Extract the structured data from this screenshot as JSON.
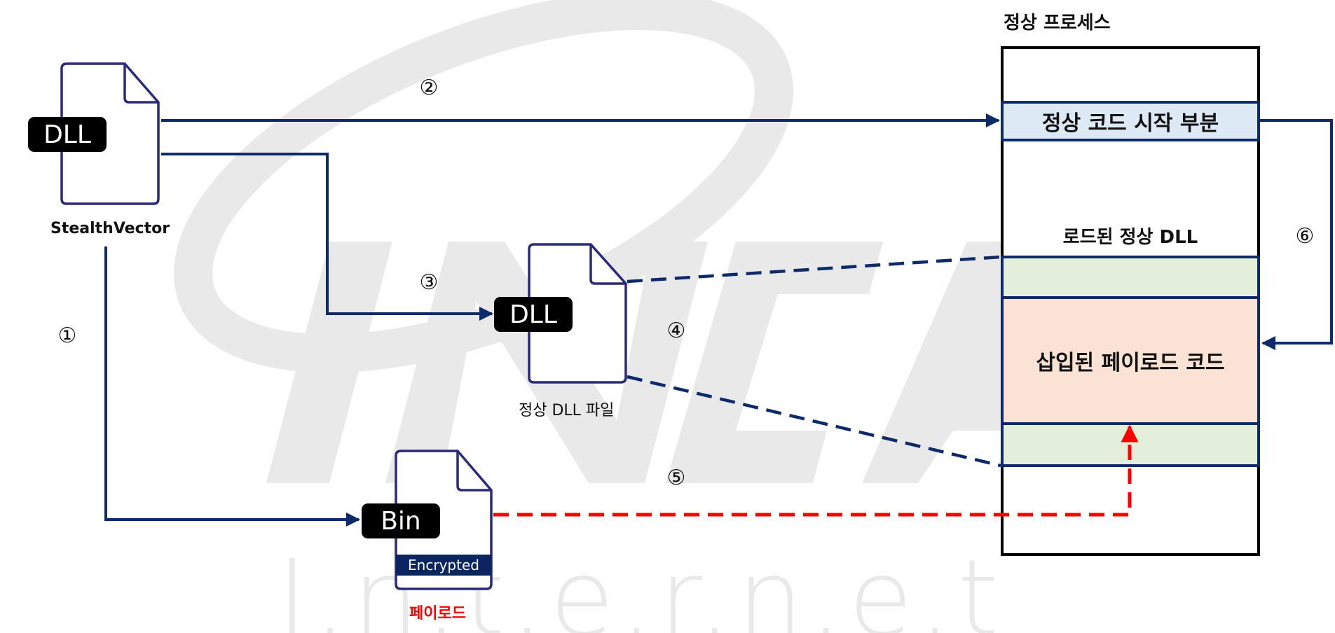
{
  "stealth": {
    "file_tag": "DLL",
    "name": "StealthVector"
  },
  "normal_dll_file": {
    "file_tag": "DLL",
    "name": "정상 DLL 파일"
  },
  "payload_file": {
    "file_tag": "Bin",
    "band": "Encrypted",
    "name": "페이로드"
  },
  "process": {
    "title": "정상 프로세스",
    "code_start": "정상 코드 시작 부분",
    "loaded_dll_label": "로드된 정상 DLL",
    "injected_code": "삽입된 페이로드 코드"
  },
  "steps": [
    "①",
    "②",
    "③",
    "④",
    "⑤",
    "⑥"
  ],
  "watermark": {
    "text": "I.n.t.e.r.n.e.t"
  },
  "colors": {
    "navy": "#0d2a6b",
    "file_outline": "#2a2a7a",
    "payload_red": "#ff0000",
    "code_start_fill": "#dde9f5",
    "loaded_dll_fill": "#e3efda",
    "injected_fill": "#fae3d5"
  }
}
